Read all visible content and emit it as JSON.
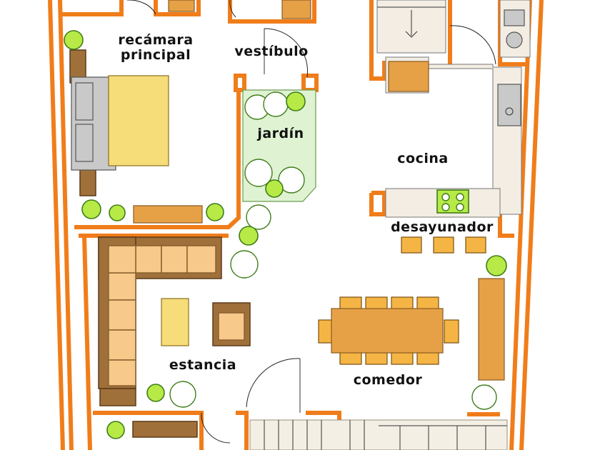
{
  "plan": {
    "rooms": {
      "master_bedroom_line1": "recámara",
      "master_bedroom_line2": "principal",
      "vestibule": "vestíbulo",
      "garden": "jardín",
      "kitchen": "cocina",
      "breakfast_nook": "desayunador",
      "living_room": "estancia",
      "dining_room": "comedor"
    },
    "colors": {
      "wall": "#f07d1a",
      "sofa": "#f7c98a",
      "wood": "#a0703a",
      "chair": "#f5b545",
      "plant": "#b7ea46",
      "garden_floor": "#dff3d2"
    }
  }
}
